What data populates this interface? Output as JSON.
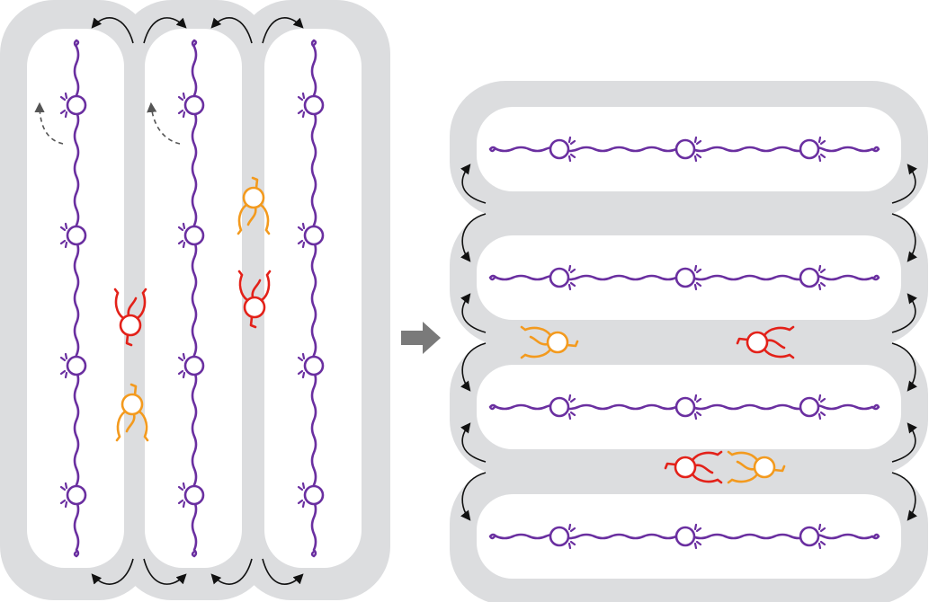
{
  "diagram": {
    "colors": {
      "track": "#dcdddf",
      "inner": "#ffffff",
      "tether": "#6a2fa0",
      "mover_red": "#e32119",
      "mover_orange": "#f39a1e",
      "flow_arrow": "#111111",
      "guide_arrow": "#555555",
      "transition_arrow": "#7a7a7a"
    },
    "panels": [
      {
        "name": "vertical-lanes",
        "orientation": "vertical",
        "lanes": 3,
        "anchors_per_lane": 4
      },
      {
        "name": "horizontal-lanes",
        "orientation": "horizontal",
        "lanes": 4,
        "anchors_per_lane": 3
      }
    ],
    "transition_icon": "right-arrow-icon",
    "icons": [
      "anchored-molecule-icon",
      "red-walker-icon",
      "orange-walker-icon",
      "flow-arrow-icon",
      "dashed-rotation-arrow-icon"
    ]
  }
}
